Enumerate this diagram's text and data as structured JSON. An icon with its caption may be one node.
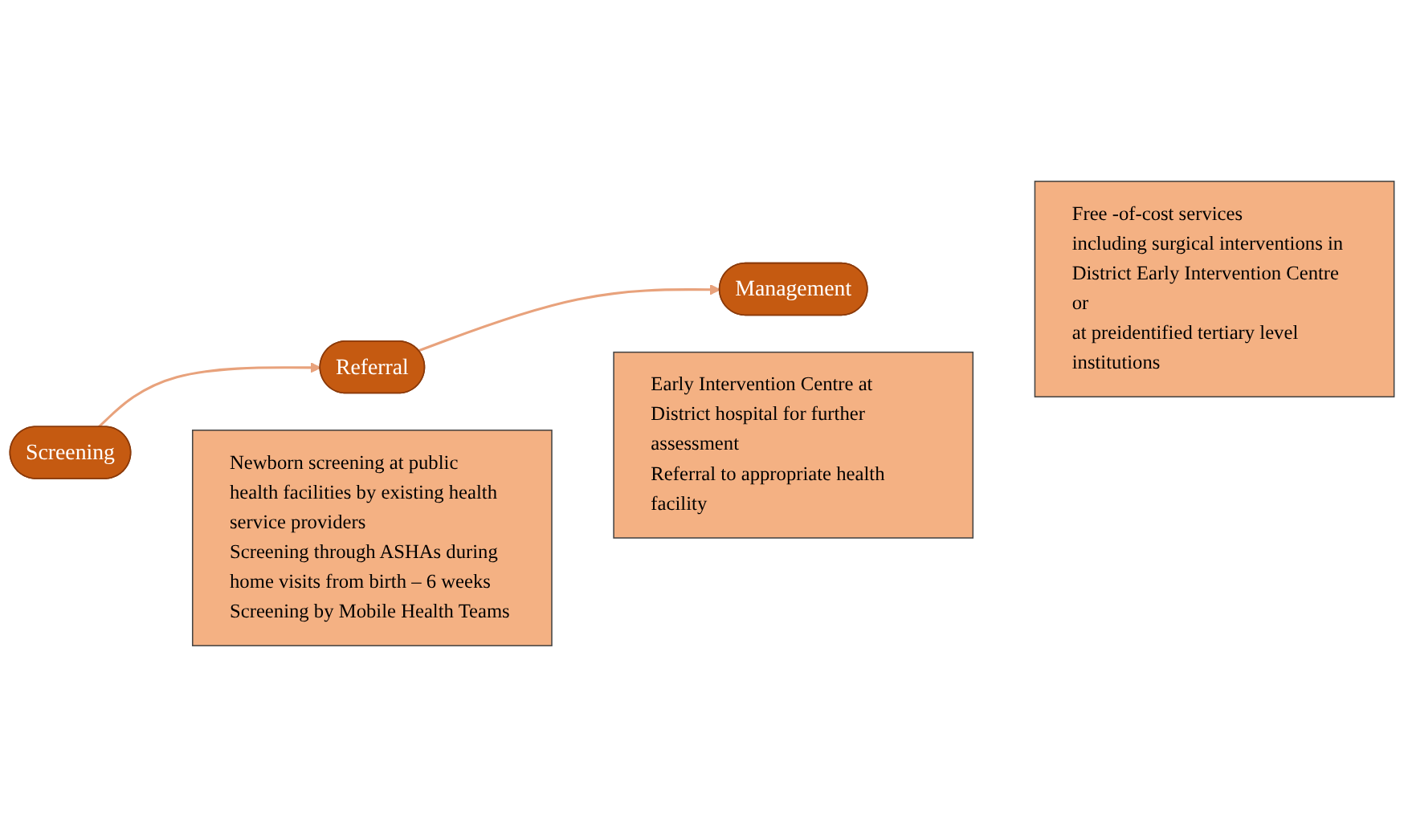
{
  "diagram": {
    "nodes": [
      {
        "text": [
          "Screening"
        ]
      },
      {
        "text": [
          "Referral"
        ]
      },
      {
        "text": [
          "Management"
        ]
      },
      {
        "text": [
          "Newborn screening at public health facilities by existing health service providers",
          "Screening through ASHAs during home visits from birth – 6 weeks",
          "Screening by Mobile Health Teams"
        ]
      },
      {
        "text": [
          "Early Intervention Centre at District hospital for further assessment",
          "Referral to appropriate health facility"
        ]
      },
      {
        "text": [
          "Free -of-cost services",
          "including surgical interventions in District Early Intervention Centre or",
          "at preidentified tertiary level institutions"
        ]
      }
    ],
    "edges": [
      {
        "from": 0,
        "to": 1,
        "arrow": "to"
      },
      {
        "from": 1,
        "to": 2,
        "arrow": "to"
      }
    ]
  }
}
